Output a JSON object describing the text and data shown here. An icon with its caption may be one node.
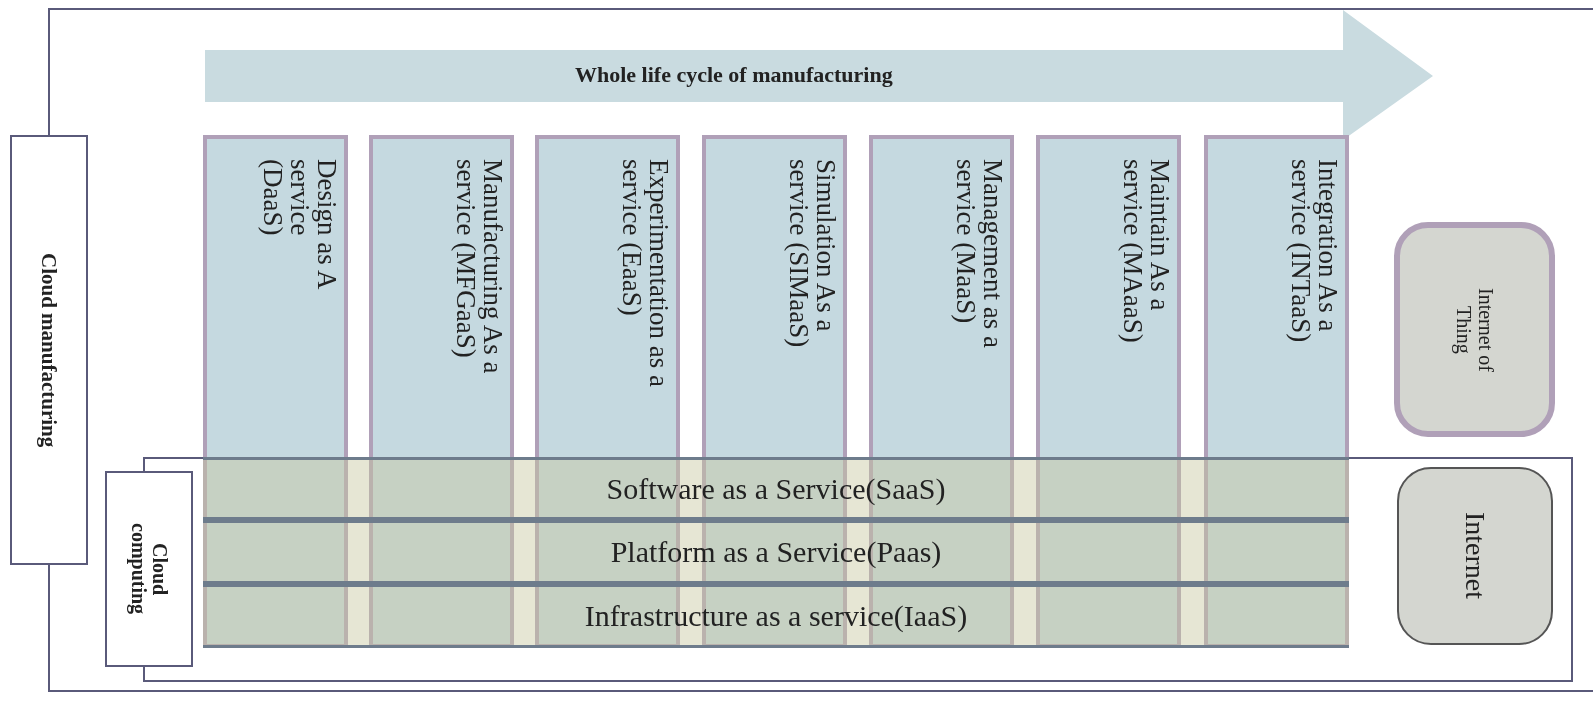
{
  "diagram": {
    "nodes": [
      {
        "text": [
          "Cloud manufacturing"
        ]
      },
      {
        "text": [
          "Whole life cycle of manufacturing"
        ],
        "in": 0
      },
      {
        "text": [
          "Design as A service (DaaS)"
        ],
        "in": 0
      },
      {
        "text": [
          "Manufacturing As a service (MFGaaS)"
        ],
        "in": 0
      },
      {
        "text": [
          "Experimentation as a service (EaaS)"
        ],
        "in": 0
      },
      {
        "text": [
          "Simulation As a service (SIMaaS)"
        ],
        "in": 0
      },
      {
        "text": [
          "Management as a service (MaaS)"
        ],
        "in": 0
      },
      {
        "text": [
          "Maintain As a service (MAaaS)"
        ],
        "in": 0
      },
      {
        "text": [
          "Integration As a service (INTaaS)"
        ],
        "in": 0
      },
      {
        "text": [
          "Internet of Thing"
        ],
        "in": 0
      },
      {
        "text": [
          "Cloud computing"
        ],
        "in": 0
      },
      {
        "text": [
          "Software as a Service(SaaS)"
        ],
        "in": 10
      },
      {
        "text": [
          "Platform as a Service(Paas)"
        ],
        "in": 10
      },
      {
        "text": [
          "Infrastructure as a service(IaaS)"
        ],
        "in": 10
      },
      {
        "text": [
          "Internet"
        ],
        "in": 10
      }
    ]
  }
}
